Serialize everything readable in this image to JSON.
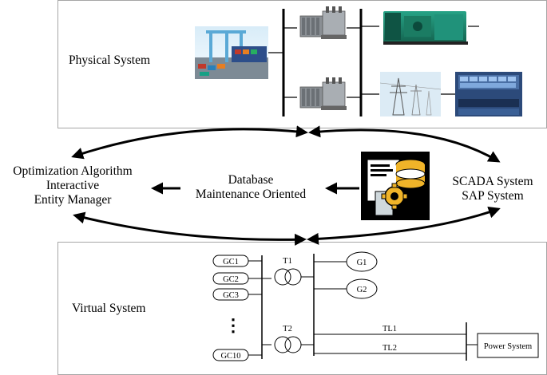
{
  "physical": {
    "title": "Physical System"
  },
  "middle": {
    "left_lines": [
      "Optimization Algorithm",
      "Interactive",
      "Entity Manager"
    ],
    "center_lines": [
      "Database",
      "Maintenance Oriented"
    ],
    "right_lines": [
      "SCADA System",
      "SAP System"
    ]
  },
  "virtual": {
    "title": "Virtual System",
    "gc_labels": [
      "GC1",
      "GC2",
      "GC3",
      "GC10"
    ],
    "ellipsis": "⋮",
    "t1": "T1",
    "t2": "T2",
    "g1": "G1",
    "g2": "G2",
    "tl1": "TL1",
    "tl2": "TL2",
    "power_system": "Power System"
  },
  "colors": {
    "panel_border": "#a6a6a6",
    "db_icon_bg": "#000000",
    "db_icon_gold": "#f0b429",
    "generator_green": "#1f8a70",
    "control_room_blue": "#2c4a7a"
  },
  "icons": [
    "container-port-photo",
    "transformer-icon",
    "generator-photo",
    "transmission-tower-photo",
    "control-room-photo",
    "database-settings-icon"
  ]
}
